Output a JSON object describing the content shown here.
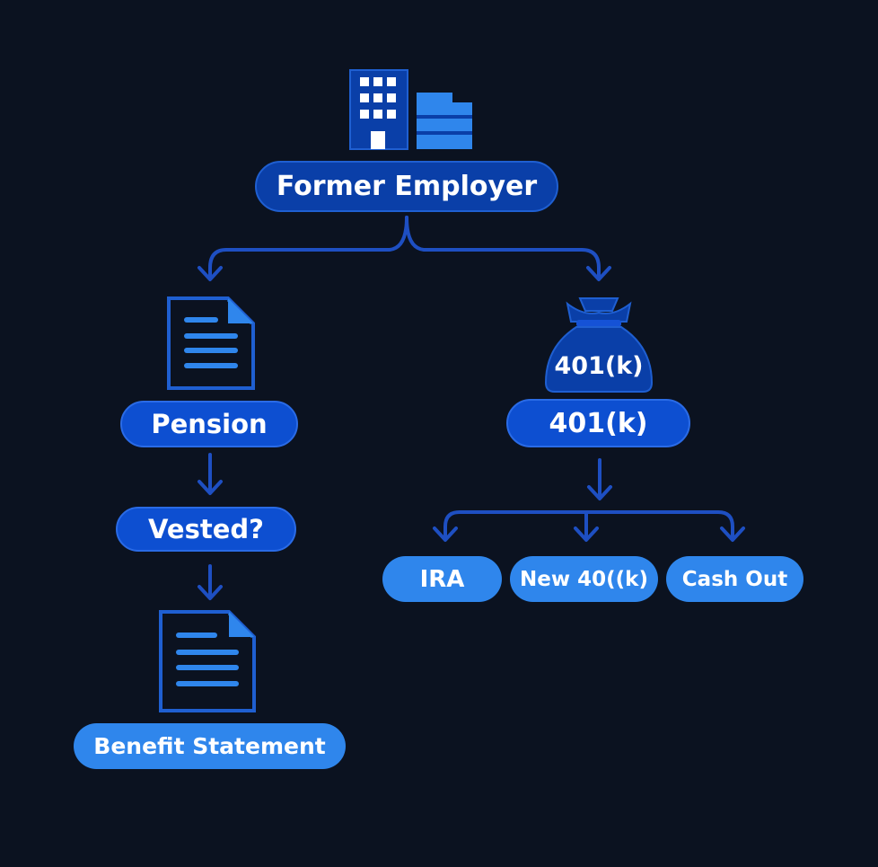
{
  "root": {
    "label": "Former Employer",
    "icon": "building-icon"
  },
  "pension_branch": {
    "label": "Pension",
    "icon": "document-icon",
    "question": "Vested?",
    "result": {
      "label": "Benefit Statement",
      "icon": "document-icon"
    }
  },
  "plan_branch": {
    "icon": "money-bag-icon",
    "icon_label": "401(k)",
    "label": "401(k)",
    "options": [
      {
        "label": "IRA"
      },
      {
        "label": "New 40((k)"
      },
      {
        "label": "Cash Out"
      }
    ]
  },
  "colors": {
    "background": "#0b1220",
    "dark_blue": "#0a3fa8",
    "mid_blue": "#0d4fd1",
    "light_blue": "#2f86ec",
    "connector": "#1e4fc2"
  }
}
